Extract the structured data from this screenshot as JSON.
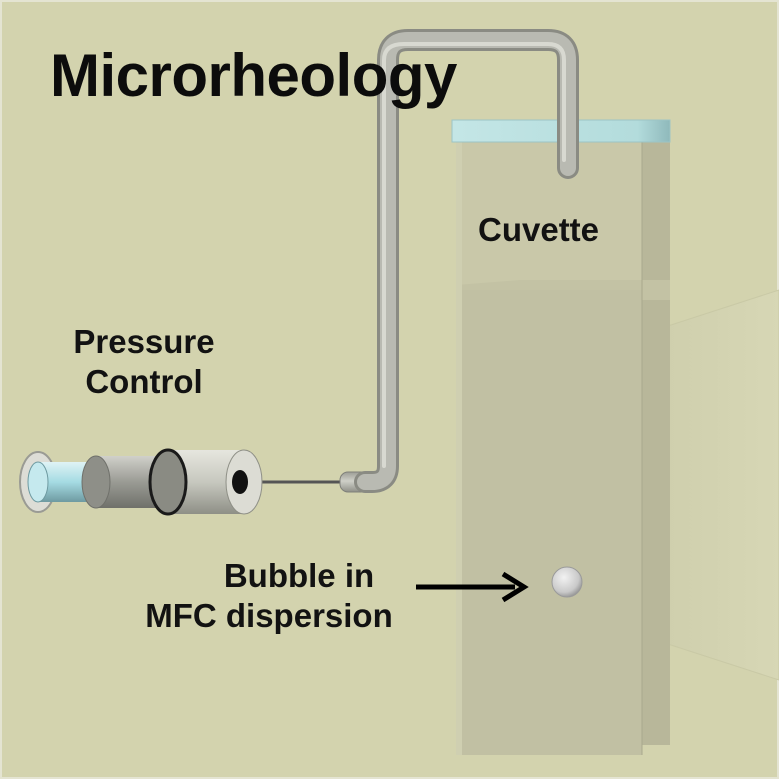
{
  "title": "Microrheology",
  "labels": {
    "cuvette": "Cuvette",
    "pressure_control": [
      "Pressure",
      "Control"
    ],
    "bubble": [
      "Bubble in",
      "MFC dispersion"
    ]
  },
  "colors": {
    "background": "#d3d3ae",
    "cuvette_body": "#c4c3a4",
    "cuvette_cap": "#b9dede",
    "tubing": "#b5b6ae",
    "syringe_barrel": "#c8c9c1",
    "plunger": "#a9dfe6",
    "arrow": "#000000",
    "bubble": "#cfd0d0"
  },
  "icons": {
    "syringe": "syringe-pump",
    "bubble": "bubble-circle",
    "arrow": "right-arrow",
    "light_beam": "light-cone"
  }
}
